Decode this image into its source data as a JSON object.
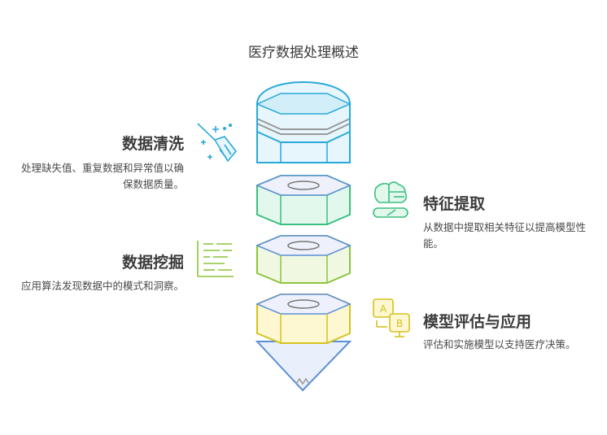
{
  "title": "医疗数据处理概述",
  "steps": [
    {
      "title": "数据清洗",
      "desc": "处理缺失值、重复数据和异常值以确保数据质量。",
      "icon": "broom-icon",
      "color": "#29a9d9"
    },
    {
      "title": "特征提取",
      "desc": "从数据中提取相关特征以提高模型性能。",
      "icon": "brain-icon",
      "color": "#3bbf7f"
    },
    {
      "title": "数据挖掘",
      "desc": "应用算法发现数据中的模式和洞察。",
      "icon": "text-lines-icon",
      "color": "#8cc43c"
    },
    {
      "title": "模型评估与应用",
      "desc": "评估和实施模型以支持医疗决策。",
      "icon": "ab-test-icon",
      "color": "#d6c21e"
    }
  ]
}
